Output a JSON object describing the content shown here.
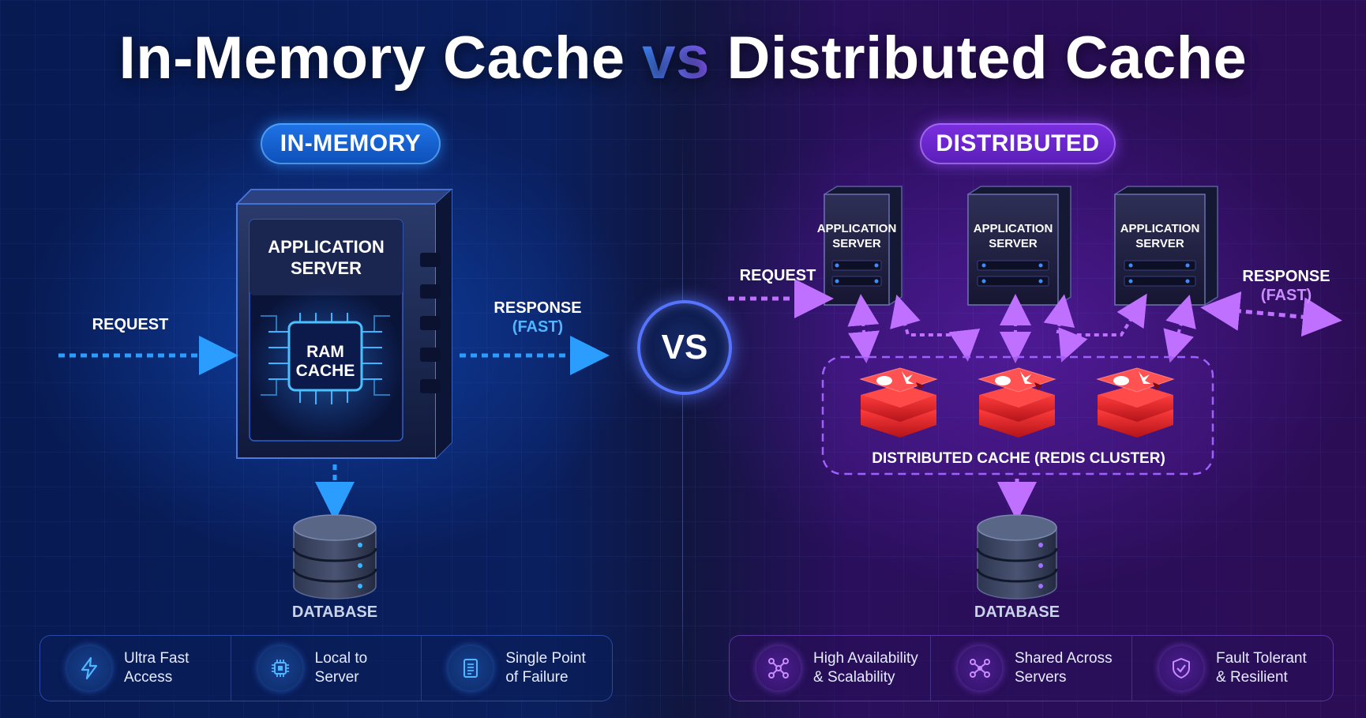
{
  "title": {
    "part1": "In-Memory Cache",
    "vs": "vs",
    "part2": "Distributed Cache"
  },
  "left": {
    "badge": "IN-MEMORY",
    "request": "REQUEST",
    "response_line1": "RESPONSE",
    "response_line2": "(FAST)",
    "server_line1": "APPLICATION",
    "server_line2": "SERVER",
    "ram_line1": "RAM",
    "ram_line2": "CACHE",
    "database": "DATABASE",
    "features": [
      {
        "icon": "lightning-icon",
        "line1": "Ultra Fast",
        "line2": "Access"
      },
      {
        "icon": "chip-icon",
        "line1": "Local to",
        "line2": "Server"
      },
      {
        "icon": "document-icon",
        "line1": "Single Point",
        "line2": "of Failure"
      }
    ]
  },
  "center": {
    "vs": "VS"
  },
  "right": {
    "badge": "DISTRIBUTED",
    "request": "REQUEST",
    "response_line1": "RESPONSE",
    "response_line2": "(FAST)",
    "servers": [
      {
        "line1": "APPLICATION",
        "line2": "SERVER"
      },
      {
        "line1": "APPLICATION",
        "line2": "SERVER"
      },
      {
        "line1": "APPLICATION",
        "line2": "SERVER"
      }
    ],
    "cache_cluster": "DISTRIBUTED CACHE (REDIS CLUSTER)",
    "database": "DATABASE",
    "features": [
      {
        "icon": "network-icon",
        "line1": "High Availability",
        "line2": "& Scalability"
      },
      {
        "icon": "share-nodes-icon",
        "line1": "Shared Across",
        "line2": "Servers"
      },
      {
        "icon": "shield-check-icon",
        "line1": "Fault Tolerant",
        "line2": "& Resilient"
      }
    ]
  },
  "colors": {
    "blue_accent": "#2a9dff",
    "purple_accent": "#b45cff",
    "redis_red": "#e0242b"
  }
}
